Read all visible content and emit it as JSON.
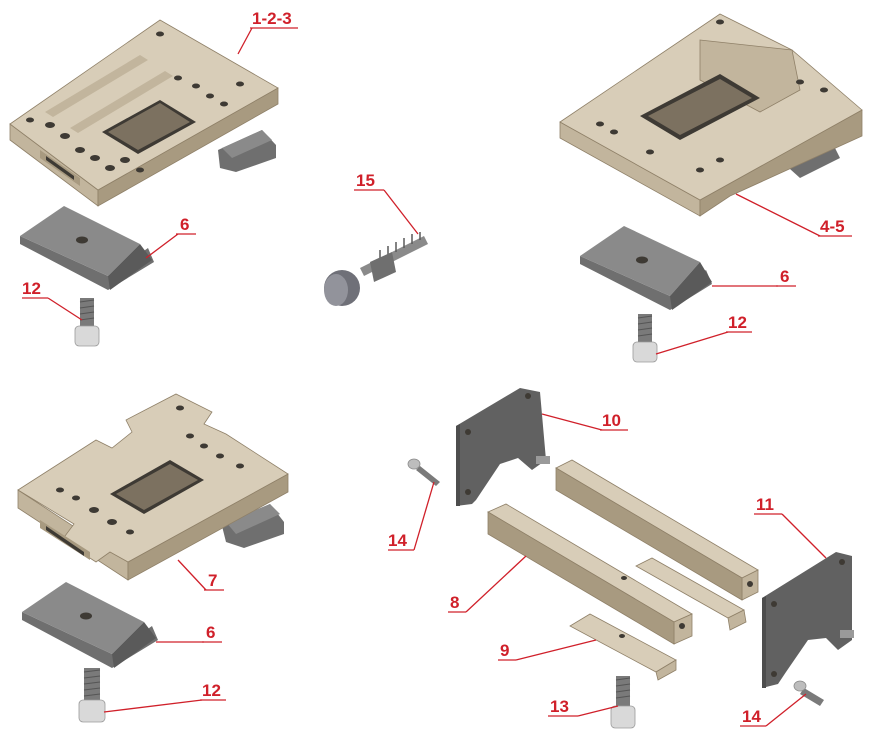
{
  "callouts": {
    "c123": "1-2-3",
    "c45": "4-5",
    "c6a": "6",
    "c6b": "6",
    "c6c": "6",
    "c7": "7",
    "c8": "8",
    "c9": "9",
    "c10": "10",
    "c11": "11",
    "c12a": "12",
    "c12b": "12",
    "c12c": "12",
    "c13": "13",
    "c14a": "14",
    "c14b": "14",
    "c15": "15"
  },
  "colors": {
    "callout": "#d0202a",
    "part_tan": "#d8cdb8",
    "part_grey": "#8a8a8a",
    "plate_grey": "#616161"
  }
}
